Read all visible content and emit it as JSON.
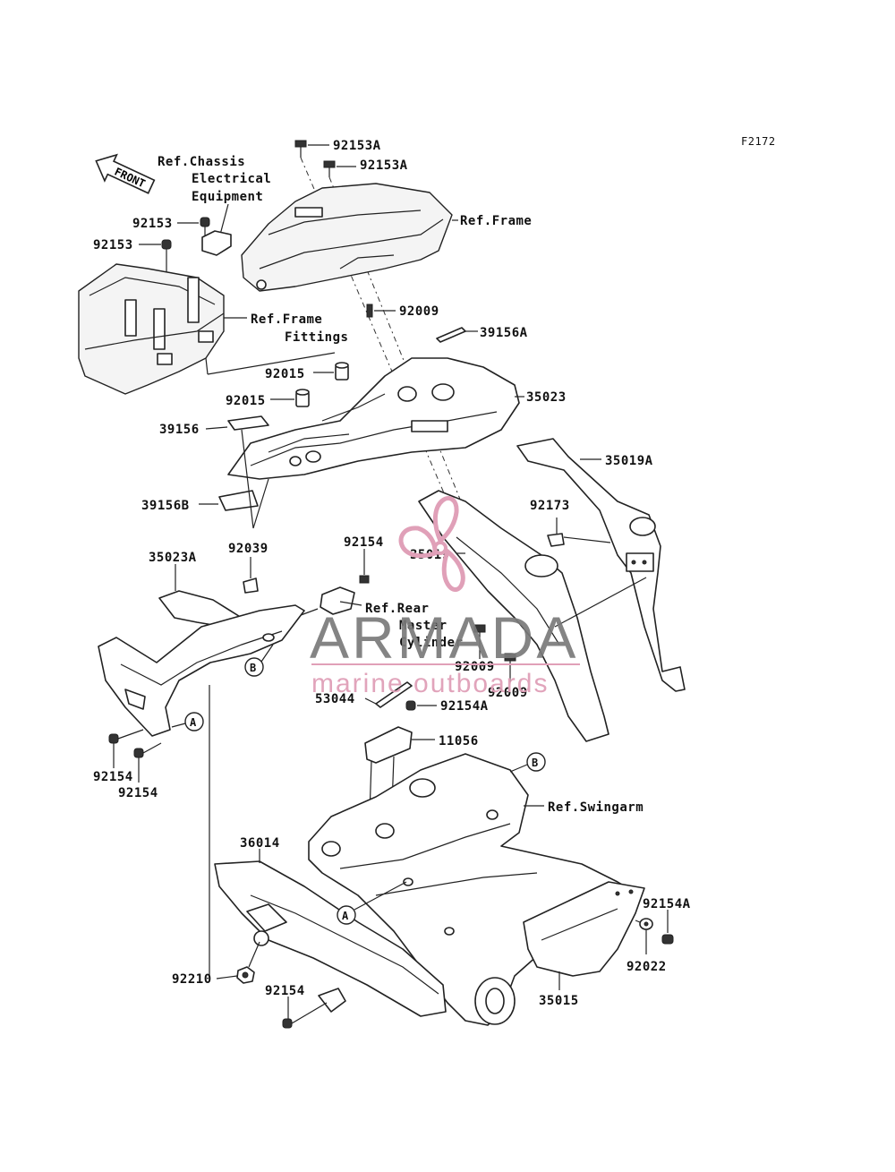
{
  "figure_code": "F2172",
  "front_arrow": "FRONT",
  "watermark": {
    "brand": "ARMADA",
    "tagline": "marine outboards",
    "brand_color": "#7a7a7a",
    "accent_color": "#e0a0b8"
  },
  "ref_labels": {
    "chassis": [
      "Ref.Chassis",
      "Electrical",
      "Equipment"
    ],
    "frame": "Ref.Frame",
    "frame_fittings": [
      "Ref.Frame",
      "Fittings"
    ],
    "rear_master_cylinder": [
      "Ref.Rear",
      "Master",
      "Cylinder"
    ],
    "swingarm": "Ref.Swingarm"
  },
  "part_numbers": {
    "p92153A_top": "92153A",
    "p92153A_second": "92153A",
    "p92153_a": "92153",
    "p92153_b": "92153",
    "p92009_top": "92009",
    "p39156A": "39156A",
    "p92015_a": "92015",
    "p92015_b": "92015",
    "p35023": "35023",
    "p39156": "39156",
    "p35019A": "35019A",
    "p39156B": "39156B",
    "p92173": "92173",
    "p35019": "35019",
    "p92039": "92039",
    "p92154_mid": "92154",
    "p35023A": "35023A",
    "p92009_mid": "92009",
    "p92009_low": "92009",
    "p53044": "53044",
    "p92154A_mid": "92154A",
    "p11056": "11056",
    "p92154_left_a": "92154",
    "p92154_left_b": "92154",
    "p36014": "36014",
    "p92154A_right": "92154A",
    "p92022": "92022",
    "p92210": "92210",
    "p92154_bottom": "92154",
    "p35015": "35015"
  },
  "callouts": {
    "a": "A",
    "b": "B"
  }
}
